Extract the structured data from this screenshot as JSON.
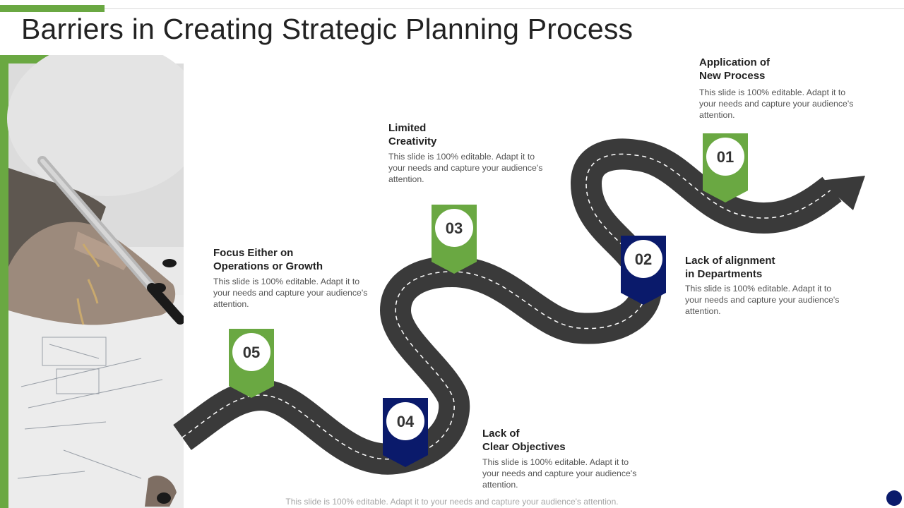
{
  "title": "Barriers in Creating Strategic Planning Process",
  "colors": {
    "green": "#6aa842",
    "navy": "#0a1a6b",
    "road": "#3a3a3a"
  },
  "photo": {
    "description_icon": "hand-writing-with-pen-image"
  },
  "milestones": [
    {
      "number": "01",
      "title_line1": "Application of",
      "title_line2": "New Process",
      "description": "This slide is 100% editable. Adapt it to your needs and capture your audience's attention.",
      "marker_color": "green"
    },
    {
      "number": "02",
      "title_line1": "Lack of alignment",
      "title_line2": "in Departments",
      "description": "This slide is 100% editable. Adapt it to your needs and capture your audience's attention.",
      "marker_color": "navy"
    },
    {
      "number": "03",
      "title_line1": "Limited",
      "title_line2": "Creativity",
      "description": "This slide is 100% editable. Adapt it to your needs and capture your audience's attention.",
      "marker_color": "green"
    },
    {
      "number": "04",
      "title_line1": "Lack of",
      "title_line2": "Clear Objectives",
      "description": "This slide is 100% editable. Adapt it to your needs and capture your audience's attention.",
      "marker_color": "navy"
    },
    {
      "number": "05",
      "title_line1": "Focus Either on",
      "title_line2": "Operations or Growth",
      "description": "This slide is 100% editable. Adapt it to your needs and capture your audience's attention.",
      "marker_color": "green"
    }
  ],
  "footer": "This slide is 100% editable. Adapt it to your needs and capture your audience's attention."
}
